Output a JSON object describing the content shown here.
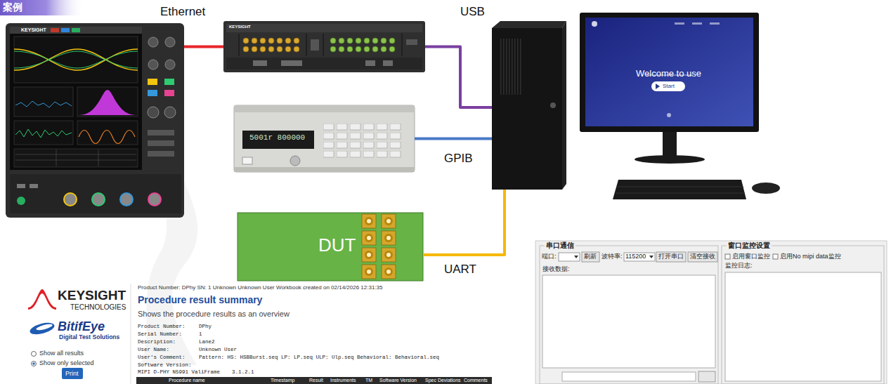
{
  "diagram": {
    "nodes": [
      {
        "text": [
          "KEYSIGHT"
        ]
      },
      {
        "text": [
          "KEYSIGHT"
        ]
      },
      {
        "text": [
          "5001r 800000"
        ]
      },
      {
        "text": [
          "DUT"
        ]
      },
      {
        "text": [
          "Welcome to use",
          "Start"
        ]
      }
    ],
    "edges": [
      {
        "from": 0,
        "to": 1,
        "arrow": "none",
        "label": "Ethernet"
      },
      {
        "from": 1,
        "to": 4,
        "arrow": "none",
        "label": "USB"
      },
      {
        "from": 2,
        "to": 4,
        "arrow": "none",
        "label": "GPIB"
      },
      {
        "from": 3,
        "to": 4,
        "arrow": "none",
        "label": "UART"
      }
    ],
    "labels": [
      "案例",
      "KEYSIGHT",
      "TECHNOLOGIES",
      "BitifEye",
      "Digital Test Solutions",
      "Show all results",
      "Show only selected",
      "Print",
      "Product Number: DPhy SN: 1 Unknown Unknown User Workbook created on 02/14/2026 12:31:35",
      "Procedure result summary",
      "Shows the procedure results as an overview",
      "Product Number:",
      "DPhy",
      "Serial Number:",
      "1",
      "Description:",
      "Lane2",
      "User Name:",
      "Unknown User",
      "User's Comment:",
      "Pattern: HS: HSBBurst.seq LP: LP.seq ULP: Ulp.seq Behavioral: Behavioral.seq",
      "Software Version:",
      "MIPI D-PHY N5991 ValiFrame",
      "3.1.2.1",
      "Procedure name",
      "Timestamp",
      "Result",
      "Instruments",
      "TM",
      "Software Version",
      "Spec Deviations",
      "Comments",
      "串口通信",
      "端口:",
      "刷新",
      "波特率:",
      "115200",
      "打开串口",
      "清空接收",
      "接收数据:",
      "窗口监控设置",
      "启用窗口监控",
      "启用No mipi data监控",
      "监控日志:"
    ]
  }
}
